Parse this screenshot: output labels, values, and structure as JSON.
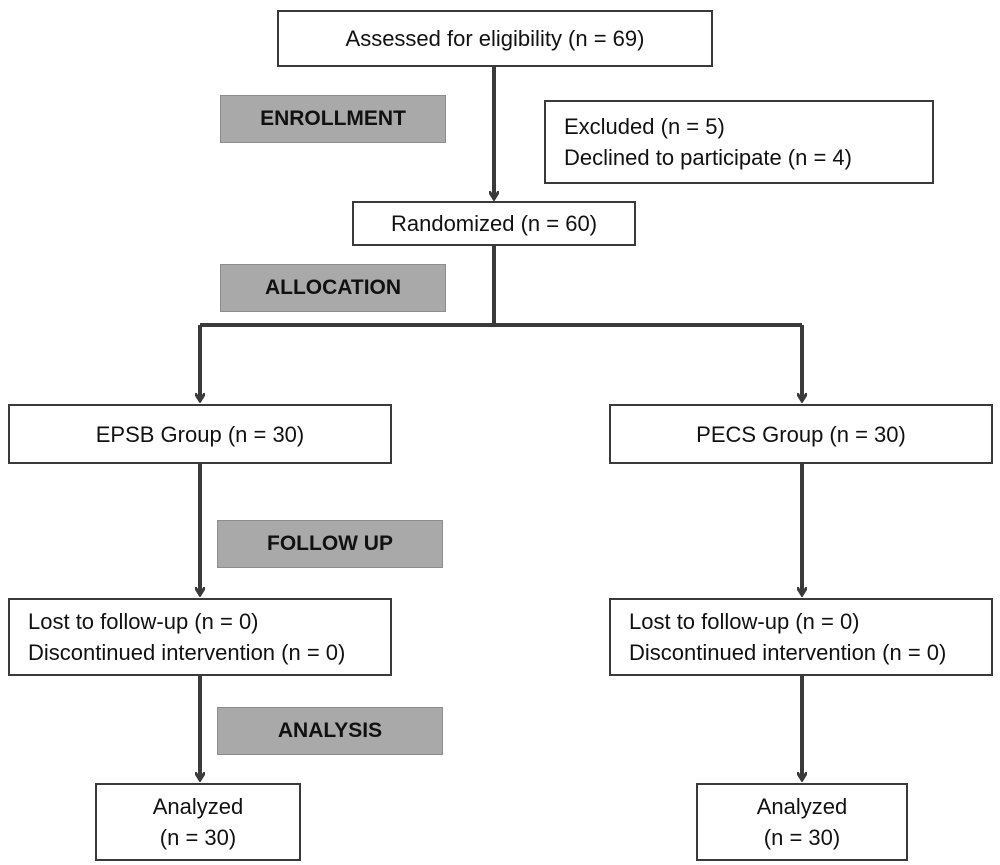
{
  "boxes": {
    "assessed": [
      "Assessed for eligibility (n = 69)"
    ],
    "excluded": [
      "Excluded (n = 5)",
      "Declined to participate (n = 4)"
    ],
    "randomized": [
      "Randomized (n = 60)"
    ],
    "epsb_group": [
      "EPSB Group (n =  30)"
    ],
    "pecs_group": [
      "PECS Group (n = 30)"
    ],
    "epsb_followup": [
      "Lost to follow-up (n = 0)",
      "Discontinued intervention (n = 0)"
    ],
    "pecs_followup": [
      "Lost to follow-up (n = 0)",
      "Discontinued intervention (n = 0)"
    ],
    "epsb_analyzed": [
      "Analyzed",
      "(n = 30)"
    ],
    "pecs_analyzed": [
      "Analyzed",
      "(n = 30)"
    ]
  },
  "stages": {
    "enrollment": "ENROLLMENT",
    "allocation": "ALLOCATION",
    "follow_up": "FOLLOW UP",
    "analysis": "ANALYSIS"
  }
}
